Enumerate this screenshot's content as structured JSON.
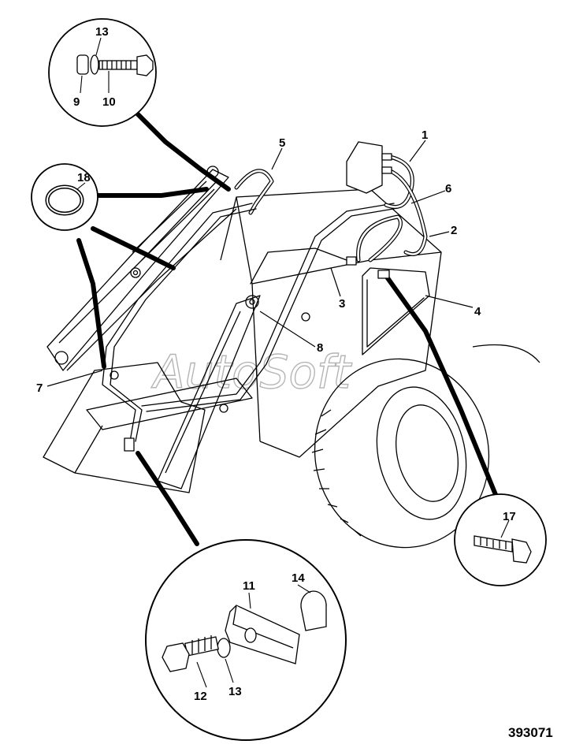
{
  "figure_number": "393071",
  "watermark": "AutoSoft",
  "callouts": [
    "1",
    "2",
    "3",
    "4",
    "5",
    "6",
    "7",
    "8",
    "9",
    "10",
    "11",
    "12",
    "13",
    "14",
    "17",
    "18"
  ],
  "detail_views": [
    {
      "name": "bolt-washer-spacer-detail",
      "parts": [
        "13",
        "9",
        "10"
      ]
    },
    {
      "name": "o-ring-detail",
      "parts": [
        "18"
      ]
    },
    {
      "name": "bolt-detail",
      "parts": [
        "17"
      ]
    },
    {
      "name": "clamp-detail",
      "parts": [
        "11",
        "14",
        "12",
        "13"
      ]
    }
  ]
}
